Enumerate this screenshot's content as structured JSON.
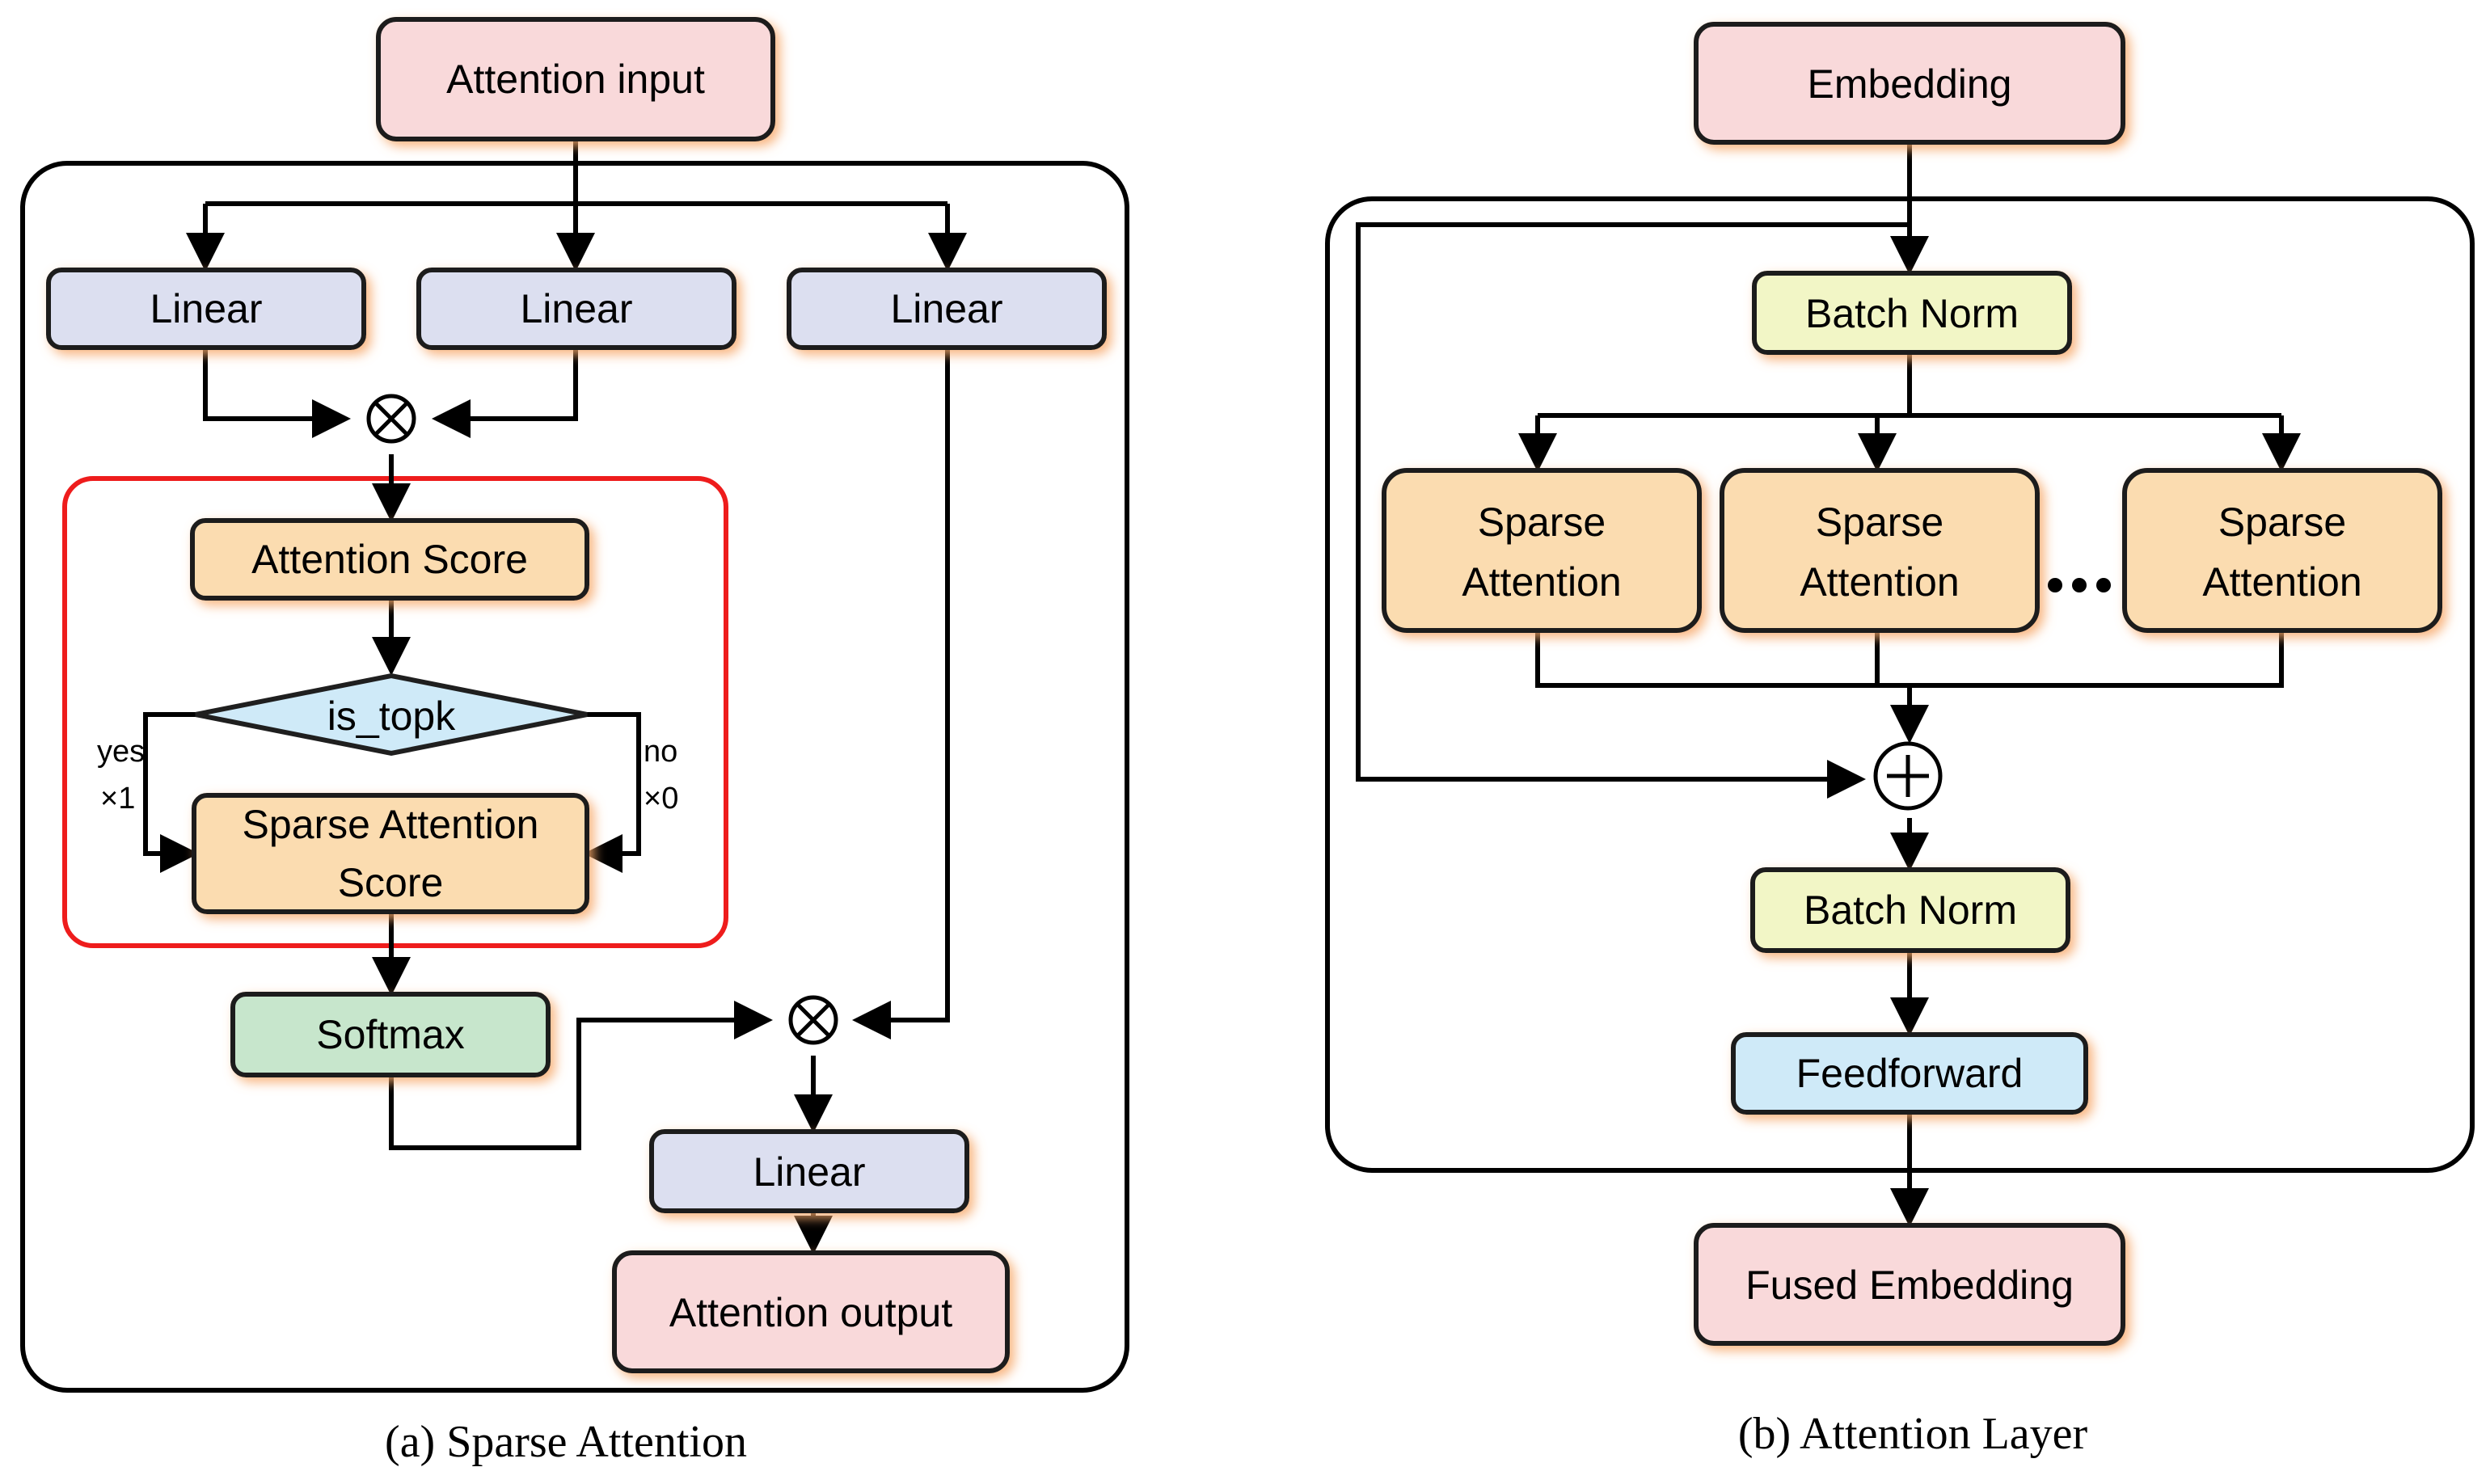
{
  "colors": {
    "pink": "#f9d9da",
    "lavender": "#dcdff0",
    "orange": "#fbdcb0",
    "green": "#c7e6cc",
    "cyan": "#cfeaf8",
    "yellow": "#f2f6c6",
    "red_frame": "#ee1c1c",
    "glow": "#f7b98a"
  },
  "panel_a": {
    "caption": "(a) Sparse Attention",
    "attention_input": "Attention input",
    "linear_1": "Linear",
    "linear_2": "Linear",
    "linear_3": "Linear",
    "attention_score": "Attention Score",
    "is_topk": "is_topk",
    "yes_label": "yes",
    "yes_mult": "×1",
    "no_label": "no",
    "no_mult": "×0",
    "sparse_score_line1": "Sparse Attention",
    "sparse_score_line2": "Score",
    "softmax": "Softmax",
    "linear_out": "Linear",
    "attention_output": "Attention output",
    "multiply_1_icon": "multiply-circle-icon",
    "multiply_2_icon": "multiply-circle-icon"
  },
  "panel_b": {
    "caption": "(b) Attention Layer",
    "embedding": "Embedding",
    "batch_norm_1": "Batch Norm",
    "sparse_1_line1": "Sparse",
    "sparse_1_line2": "Attention",
    "sparse_2_line1": "Sparse",
    "sparse_2_line2": "Attention",
    "sparse_3_line1": "Sparse",
    "sparse_3_line2": "Attention",
    "ellipsis_icon": "ellipsis-icon",
    "add_icon": "plus-circle-icon",
    "batch_norm_2": "Batch Norm",
    "feedforward": "Feedforward",
    "fused_embedding": "Fused Embedding"
  }
}
